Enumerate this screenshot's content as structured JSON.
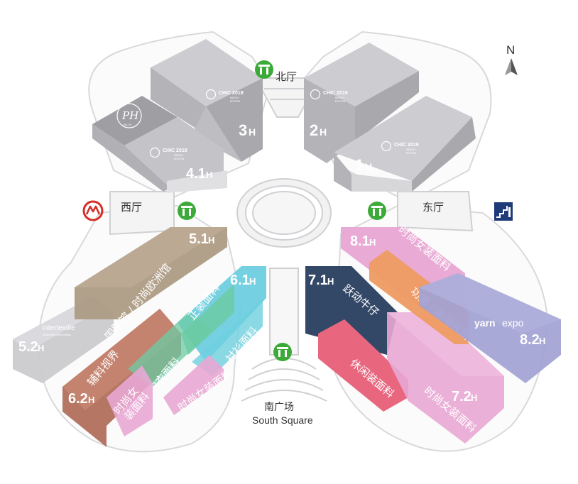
{
  "compass": {
    "letter": "N"
  },
  "lobbies": {
    "north": "北厅",
    "west": "西厅",
    "east": "东厅"
  },
  "south_square": {
    "cn": "南广场",
    "en": "South Square"
  },
  "brand": {
    "chic": "CHIC 2019",
    "chic_sub1": "MARCH",
    "chic_sub2": "EDITION",
    "ph": "PH",
    "ph_sub": "VALUE"
  },
  "halls": {
    "h3": {
      "num": "3",
      "suffix": "H"
    },
    "h2": {
      "num": "2",
      "suffix": "H"
    },
    "h1": {
      "num": "1",
      "suffix": "H"
    },
    "h41": {
      "num": "4.1",
      "suffix": "H"
    },
    "h51": {
      "num": "5.1",
      "suffix": "H"
    },
    "h61": {
      "num": "6.1",
      "suffix": "H"
    },
    "h71": {
      "num": "7.1",
      "suffix": "H"
    },
    "h81": {
      "num": "8.1",
      "suffix": "H"
    },
    "h52": {
      "num": "5.2",
      "suffix": "H"
    },
    "h62": {
      "num": "6.2",
      "suffix": "H"
    },
    "h72": {
      "num": "7.2",
      "suffix": "H"
    },
    "h82": {
      "num": "8.2",
      "suffix": "H"
    }
  },
  "zones": {
    "intl": "国际馆 / 时尚欧洲馆",
    "formal": "正装面料",
    "shirt": "衬衫面料",
    "acc": "辅料视界",
    "wfab1": "时尚女",
    "wfab2": "装面料",
    "under": "内衣面料",
    "wfab_pink": "时尚女装面料",
    "denim": "跃动牛仔",
    "casual": "休闲装面料",
    "wfab_72": "时尚女装面料",
    "wfab_81": "时尚女装面料",
    "sport": "功能 / 运动装面料"
  },
  "logos": {
    "intertextile": "intertextile",
    "intertextile_sub": "SHANGHAI home textiles",
    "yarn_a": "yarn",
    "yarn_b": "expo"
  },
  "colors": {
    "grey_hall": "#bcbcc1",
    "grey_dark": "#a3a3a8",
    "tan": "#ad9b84",
    "cyan": "#6ecfdf",
    "green": "#6ccba4",
    "rust": "#b1705c",
    "pink": "#e8a7d4",
    "navy": "#334766",
    "rose": "#e8677f",
    "orange": "#ee9b62",
    "lavender": "#a2a2d5",
    "lightgrey": "#c9c9cd",
    "metro": "#d42e27",
    "icon_green": "#3caa38"
  }
}
